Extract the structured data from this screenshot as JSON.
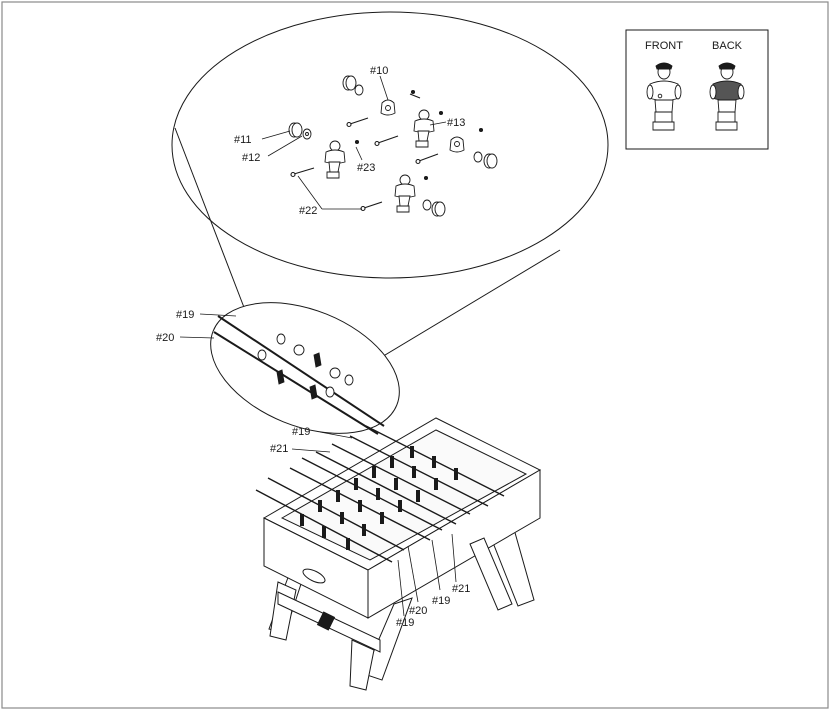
{
  "legend": {
    "front_label": "FRONT",
    "back_label": "BACK"
  },
  "callouts": {
    "p10": "#10",
    "p11": "#11",
    "p12": "#12",
    "p13": "#13",
    "p22": "#22",
    "p23": "#23",
    "p19a": "#19",
    "p20a": "#20",
    "p19b": "#19",
    "p21a": "#21",
    "p21b": "#21",
    "p19c": "#19",
    "p20b": "#20",
    "p19d": "#19"
  },
  "colors": {
    "line": "#1a1a1a",
    "frame": "#8a8a8a",
    "shirt_back": "#555555"
  }
}
